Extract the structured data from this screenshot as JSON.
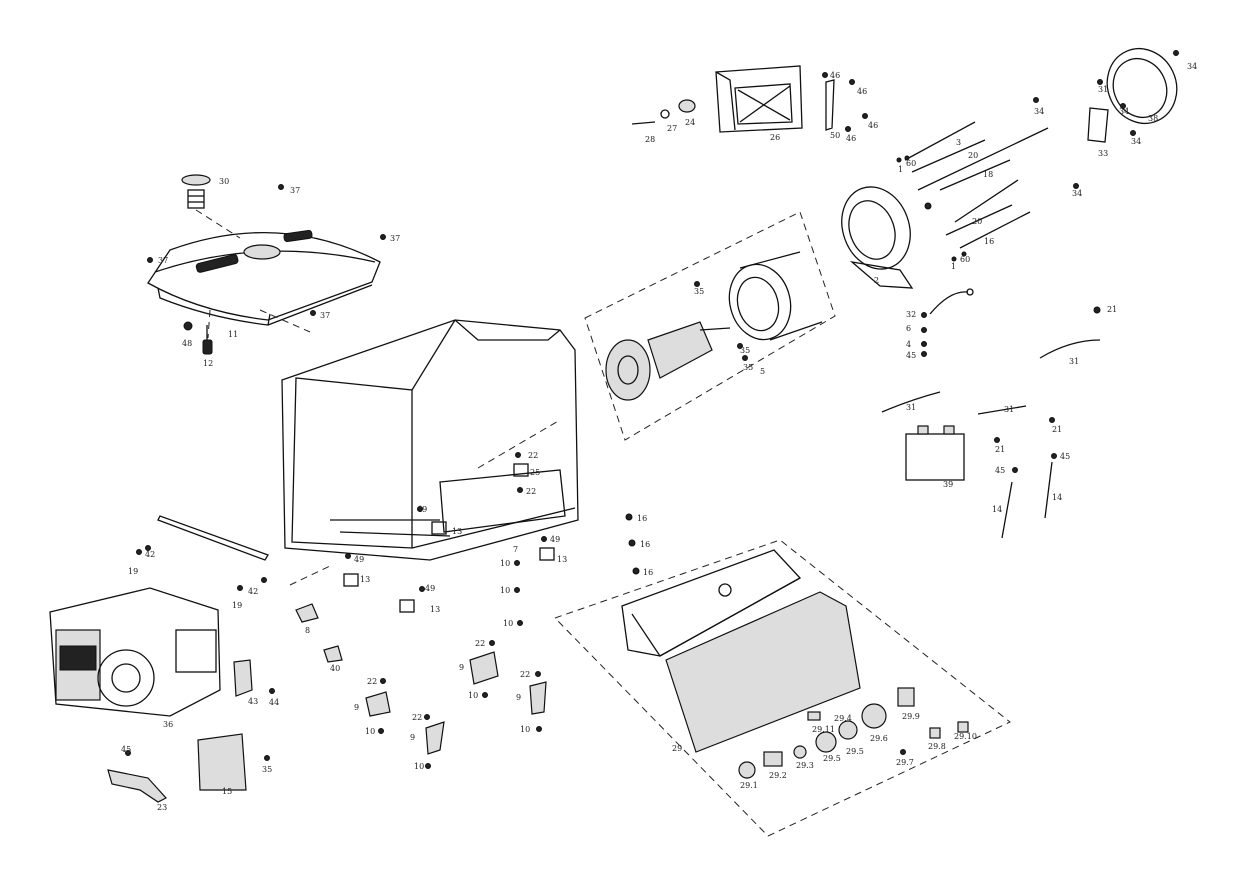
{
  "diagram": {
    "callouts": [
      {
        "id": "c30",
        "text": "30"
      },
      {
        "id": "c37a",
        "text": "37"
      },
      {
        "id": "c37b",
        "text": "37"
      },
      {
        "id": "c37c",
        "text": "37"
      },
      {
        "id": "c37d",
        "text": "37"
      },
      {
        "id": "c11",
        "text": "11"
      },
      {
        "id": "c48",
        "text": "48"
      },
      {
        "id": "c12",
        "text": "12"
      },
      {
        "id": "c28",
        "text": "28"
      },
      {
        "id": "c27",
        "text": "27"
      },
      {
        "id": "c24",
        "text": "24"
      },
      {
        "id": "c26",
        "text": "26"
      },
      {
        "id": "c46a",
        "text": "46"
      },
      {
        "id": "c46b",
        "text": "46"
      },
      {
        "id": "c46c",
        "text": "46"
      },
      {
        "id": "c46d",
        "text": "46"
      },
      {
        "id": "c50",
        "text": "50"
      },
      {
        "id": "c34a",
        "text": "34"
      },
      {
        "id": "c34b",
        "text": "34"
      },
      {
        "id": "c34c",
        "text": "34"
      },
      {
        "id": "c34d",
        "text": "34"
      },
      {
        "id": "c34e",
        "text": "34"
      },
      {
        "id": "c38",
        "text": "38"
      },
      {
        "id": "c33",
        "text": "33"
      },
      {
        "id": "c31a",
        "text": "31"
      },
      {
        "id": "c60a",
        "text": "60"
      },
      {
        "id": "c60b",
        "text": "60"
      },
      {
        "id": "c1a",
        "text": "1"
      },
      {
        "id": "c1b",
        "text": "1"
      },
      {
        "id": "c20a",
        "text": "20"
      },
      {
        "id": "c20b",
        "text": "20"
      },
      {
        "id": "c3",
        "text": "3"
      },
      {
        "id": "c18",
        "text": "18"
      },
      {
        "id": "c16top",
        "text": "16"
      },
      {
        "id": "c2",
        "text": "2"
      },
      {
        "id": "c35a",
        "text": "35"
      },
      {
        "id": "c35b",
        "text": "35"
      },
      {
        "id": "c35c",
        "text": "35"
      },
      {
        "id": "c5",
        "text": "5"
      },
      {
        "id": "c32",
        "text": "32"
      },
      {
        "id": "c6",
        "text": "6"
      },
      {
        "id": "c4",
        "text": "4"
      },
      {
        "id": "c45a",
        "text": "45"
      },
      {
        "id": "c21a",
        "text": "21"
      },
      {
        "id": "c21b",
        "text": "21"
      },
      {
        "id": "c21c",
        "text": "21"
      },
      {
        "id": "c31b",
        "text": "31"
      },
      {
        "id": "c31c",
        "text": "31"
      },
      {
        "id": "c31d",
        "text": "31"
      },
      {
        "id": "c39",
        "text": "39"
      },
      {
        "id": "c45b",
        "text": "45"
      },
      {
        "id": "c45c",
        "text": "45"
      },
      {
        "id": "c14a",
        "text": "14"
      },
      {
        "id": "c14b",
        "text": "14"
      },
      {
        "id": "c22a",
        "text": "22"
      },
      {
        "id": "c22b",
        "text": "22"
      },
      {
        "id": "c25",
        "text": "25"
      },
      {
        "id": "c7",
        "text": "7"
      },
      {
        "id": "c49a",
        "text": "49"
      },
      {
        "id": "c49b",
        "text": "49"
      },
      {
        "id": "c49c",
        "text": "49"
      },
      {
        "id": "c49d",
        "text": "49"
      },
      {
        "id": "c13a",
        "text": "13"
      },
      {
        "id": "c13b",
        "text": "13"
      },
      {
        "id": "c13c",
        "text": "13"
      },
      {
        "id": "c13d",
        "text": "13"
      },
      {
        "id": "c19a",
        "text": "19"
      },
      {
        "id": "c19b",
        "text": "19"
      },
      {
        "id": "c42a",
        "text": "42"
      },
      {
        "id": "c42b",
        "text": "42"
      },
      {
        "id": "c16a",
        "text": "16"
      },
      {
        "id": "c16b",
        "text": "16"
      },
      {
        "id": "c16c",
        "text": "16"
      },
      {
        "id": "c10a",
        "text": "10"
      },
      {
        "id": "c10b",
        "text": "10"
      },
      {
        "id": "c10c",
        "text": "10"
      },
      {
        "id": "c10d",
        "text": "10"
      },
      {
        "id": "c10e",
        "text": "10"
      },
      {
        "id": "c10f",
        "text": "10"
      },
      {
        "id": "c10g",
        "text": "10"
      },
      {
        "id": "c22c",
        "text": "22"
      },
      {
        "id": "c22d",
        "text": "22"
      },
      {
        "id": "c22e",
        "text": "22"
      },
      {
        "id": "c22f",
        "text": "22"
      },
      {
        "id": "c9a",
        "text": "9"
      },
      {
        "id": "c9b",
        "text": "9"
      },
      {
        "id": "c9c",
        "text": "9"
      },
      {
        "id": "c9d",
        "text": "9"
      },
      {
        "id": "c8",
        "text": "8"
      },
      {
        "id": "c40",
        "text": "40"
      },
      {
        "id": "c36",
        "text": "36"
      },
      {
        "id": "c43",
        "text": "43"
      },
      {
        "id": "c44",
        "text": "44"
      },
      {
        "id": "c45d",
        "text": "45"
      },
      {
        "id": "c23",
        "text": "23"
      },
      {
        "id": "c15",
        "text": "15"
      },
      {
        "id": "c35d",
        "text": "35"
      },
      {
        "id": "c29",
        "text": "29"
      },
      {
        "id": "c29_1",
        "text": "29.1"
      },
      {
        "id": "c29_2",
        "text": "29.2"
      },
      {
        "id": "c29_3",
        "text": "29.3"
      },
      {
        "id": "c29_4",
        "text": "29.4"
      },
      {
        "id": "c29_5a",
        "text": "29.5"
      },
      {
        "id": "c29_5b",
        "text": "29.5"
      },
      {
        "id": "c29_6",
        "text": "29.6"
      },
      {
        "id": "c29_7",
        "text": "29.7"
      },
      {
        "id": "c29_8",
        "text": "29.8"
      },
      {
        "id": "c29_9",
        "text": "29.9"
      },
      {
        "id": "c29_10",
        "text": "29.10"
      },
      {
        "id": "c29_11",
        "text": "29.11"
      }
    ]
  }
}
